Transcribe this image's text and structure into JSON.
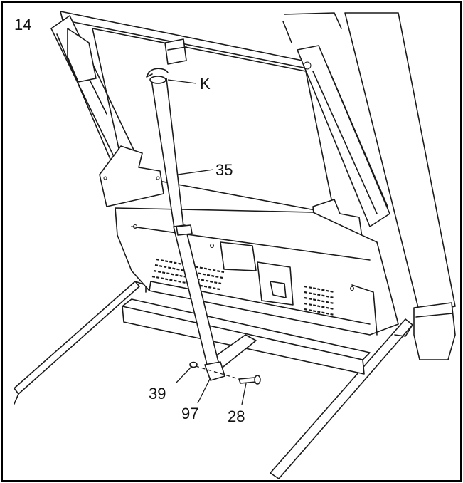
{
  "step": {
    "number": "14"
  },
  "callouts": [
    {
      "id": "K",
      "text": "K"
    },
    {
      "id": "35",
      "text": "35"
    },
    {
      "id": "39",
      "text": "39"
    },
    {
      "id": "97",
      "text": "97"
    },
    {
      "id": "28",
      "text": "28"
    }
  ],
  "colors": {
    "line": "#1a1a1a",
    "background": "#ffffff",
    "frame": "#000000"
  }
}
